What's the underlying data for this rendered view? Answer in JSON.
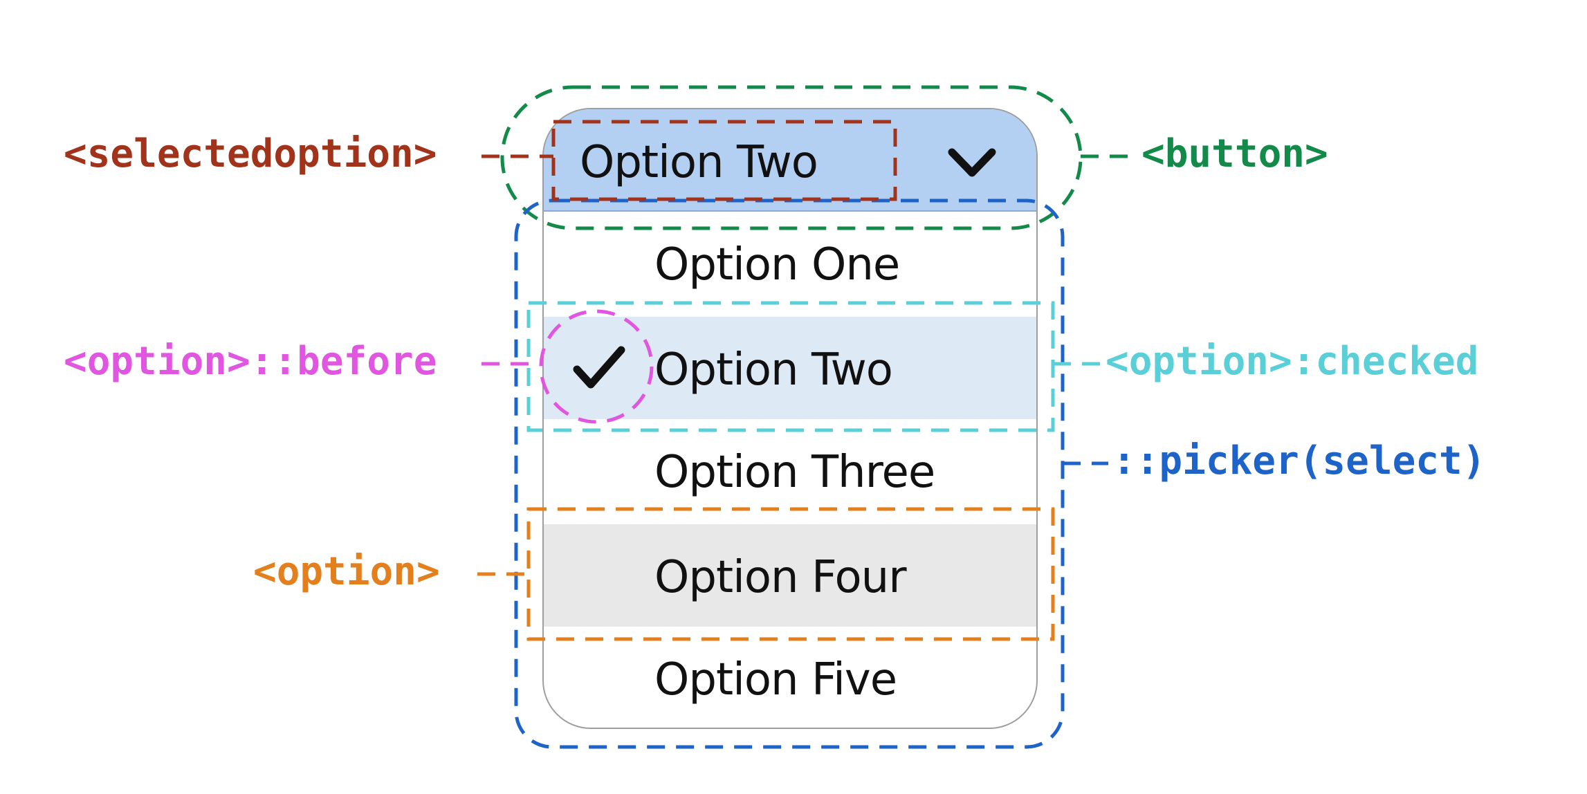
{
  "select": {
    "selected_label": "Option Two",
    "options": [
      {
        "label": "Option One"
      },
      {
        "label": "Option Two"
      },
      {
        "label": "Option Three"
      },
      {
        "label": "Option Four"
      },
      {
        "label": "Option Five"
      }
    ]
  },
  "callouts": {
    "selectedoption": "<selectedoption>",
    "button": "<button>",
    "option_before": "<option>::before",
    "option_checked": "<option>:checked",
    "picker": "::picker(select)",
    "option": "<option>"
  },
  "colors": {
    "selectedoption": "#a0331a",
    "button": "#138a4a",
    "option_before": "#e056e0",
    "option_checked": "#5bcfd8",
    "picker": "#1e63c8",
    "option": "#e37f1d",
    "button_fill": "#b3cff2",
    "checked_fill": "#dde9f4",
    "hover_fill": "#e8e8e8"
  }
}
